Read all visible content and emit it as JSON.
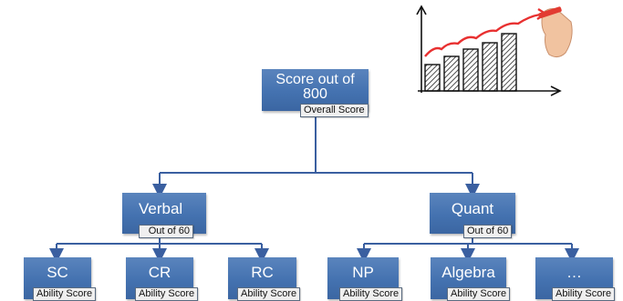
{
  "root": {
    "title": "Score out of 800",
    "tag": "Overall Score"
  },
  "sections": [
    {
      "title": "Verbal",
      "tag": "Out of 60"
    },
    {
      "title": "Quant",
      "tag": "Out of 60"
    }
  ],
  "leaves": [
    {
      "title": "SC",
      "tag": "Ability Score"
    },
    {
      "title": "CR",
      "tag": "Ability Score"
    },
    {
      "title": "RC",
      "tag": "Ability Score"
    },
    {
      "title": "NP",
      "tag": "Ability Score"
    },
    {
      "title": "Algebra",
      "tag": "Ability Score"
    },
    {
      "title": "…",
      "tag": "Ability Score"
    }
  ],
  "colors": {
    "node": "#4472b0",
    "connector": "#3a5fa0",
    "arrow": "#e83030"
  },
  "illustration": {
    "icon": "growth-chart-hand-drawing-icon"
  }
}
